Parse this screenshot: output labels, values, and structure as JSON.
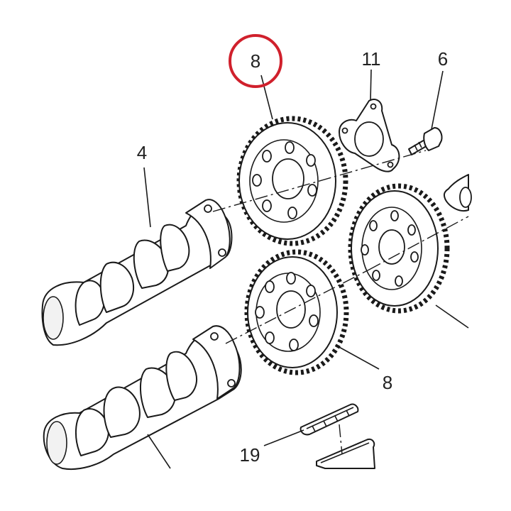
{
  "labels": {
    "gear_top": "8",
    "gasket": "11",
    "bolt": "6",
    "camshaft": "4",
    "gear_bottom": "8",
    "seal": "19"
  },
  "highlight": {
    "part": "8",
    "color": "#d0202c"
  },
  "colors": {
    "line": "#1a1a1a",
    "background": "#ffffff"
  }
}
